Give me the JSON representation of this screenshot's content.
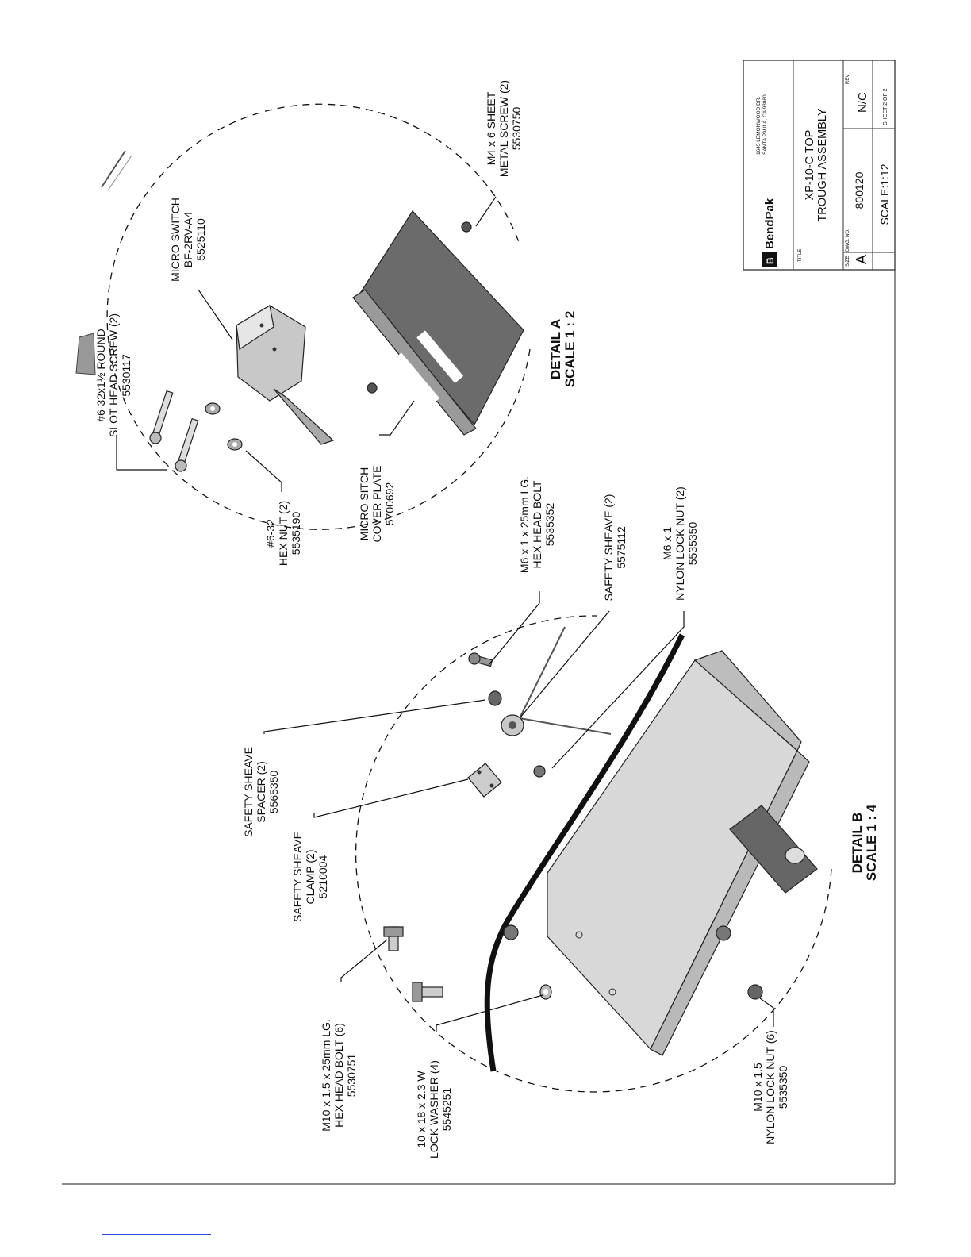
{
  "title_block": {
    "company_logo": "BendPak",
    "company_address": [
      "1645 LEMONWOOD DR.",
      "SANTA PAULA, CA 93060"
    ],
    "title_label": "TITLE",
    "title_line1": "XP-10-C TOP",
    "title_line2": "TROUGH ASSEMBLY",
    "size_label": "SIZE",
    "size_value": "A",
    "dwg_label": "DWG. NO.",
    "dwg_no": "800120",
    "rev_label": "REV",
    "rev_value": "N/C",
    "scale": "SCALE:1:12",
    "sheet": "SHEET 2 OF 2"
  },
  "detail_a": {
    "title": "DETAIL A",
    "scale": "SCALE 1 : 2",
    "callouts": [
      {
        "lines": [
          "#6-32x1½ ROUND",
          "SLOT HEAD SCREW (2)",
          "5530117"
        ]
      },
      {
        "lines": [
          "MICRO SWITCH",
          "BF-2RV-A4",
          "5525110"
        ]
      },
      {
        "lines": [
          "M4 x 6 SHEET",
          "METAL SCREW (2)",
          "5530750"
        ]
      },
      {
        "lines": [
          "#6-32",
          "HEX NUT (2)",
          "5535190"
        ]
      },
      {
        "lines": [
          "MICRO SITCH",
          "COVER PLATE",
          "5700692"
        ]
      }
    ]
  },
  "detail_b": {
    "title": "DETAIL B",
    "scale": "SCALE 1 : 4",
    "callouts": [
      {
        "lines": [
          "M6 x 1 x 25mm LG.",
          "HEX HEAD BOLT",
          "5535352"
        ]
      },
      {
        "lines": [
          "SAFETY SHEAVE (2)",
          "5575112"
        ]
      },
      {
        "lines": [
          "M6 x 1",
          "NYLON LOCK NUT (2)",
          "5535350"
        ]
      },
      {
        "lines": [
          "SAFETY SHEAVE",
          "SPACER (2)",
          "5565350"
        ]
      },
      {
        "lines": [
          "SAFETY SHEAVE",
          "CLAMP (2)",
          "5210004"
        ]
      },
      {
        "lines": [
          "M10 x 1.5 x 25mm LG.",
          "HEX HEAD BOLT (6)",
          "5530751"
        ]
      },
      {
        "lines": [
          "10 x 18 x 2.3 W",
          "LOCK WASHER (4)",
          "5545251"
        ]
      },
      {
        "lines": [
          "M10 x 1.5",
          "NYLON LOCK NUT (6)",
          "5535350"
        ]
      }
    ]
  }
}
